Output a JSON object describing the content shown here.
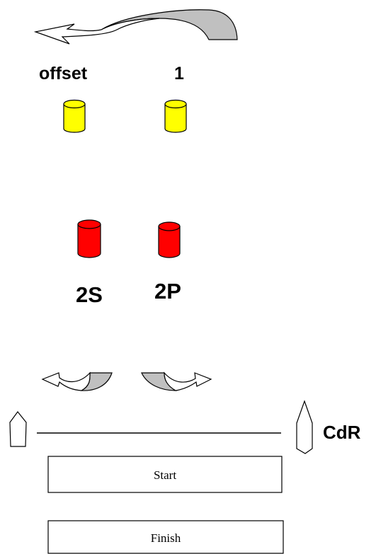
{
  "labels": {
    "offset": "offset",
    "one": "1",
    "two_s": "2S",
    "two_p": "2P",
    "cdr": "CdR"
  },
  "boxes": {
    "start": "Start",
    "finish": "Finish"
  },
  "colors": {
    "yellow_buoy": "#ffff00",
    "red_buoy": "#ff0000",
    "arrow_fill_grey": "#c0c0c0",
    "arrow_fill_white": "#ffffff",
    "stroke": "#000000"
  }
}
